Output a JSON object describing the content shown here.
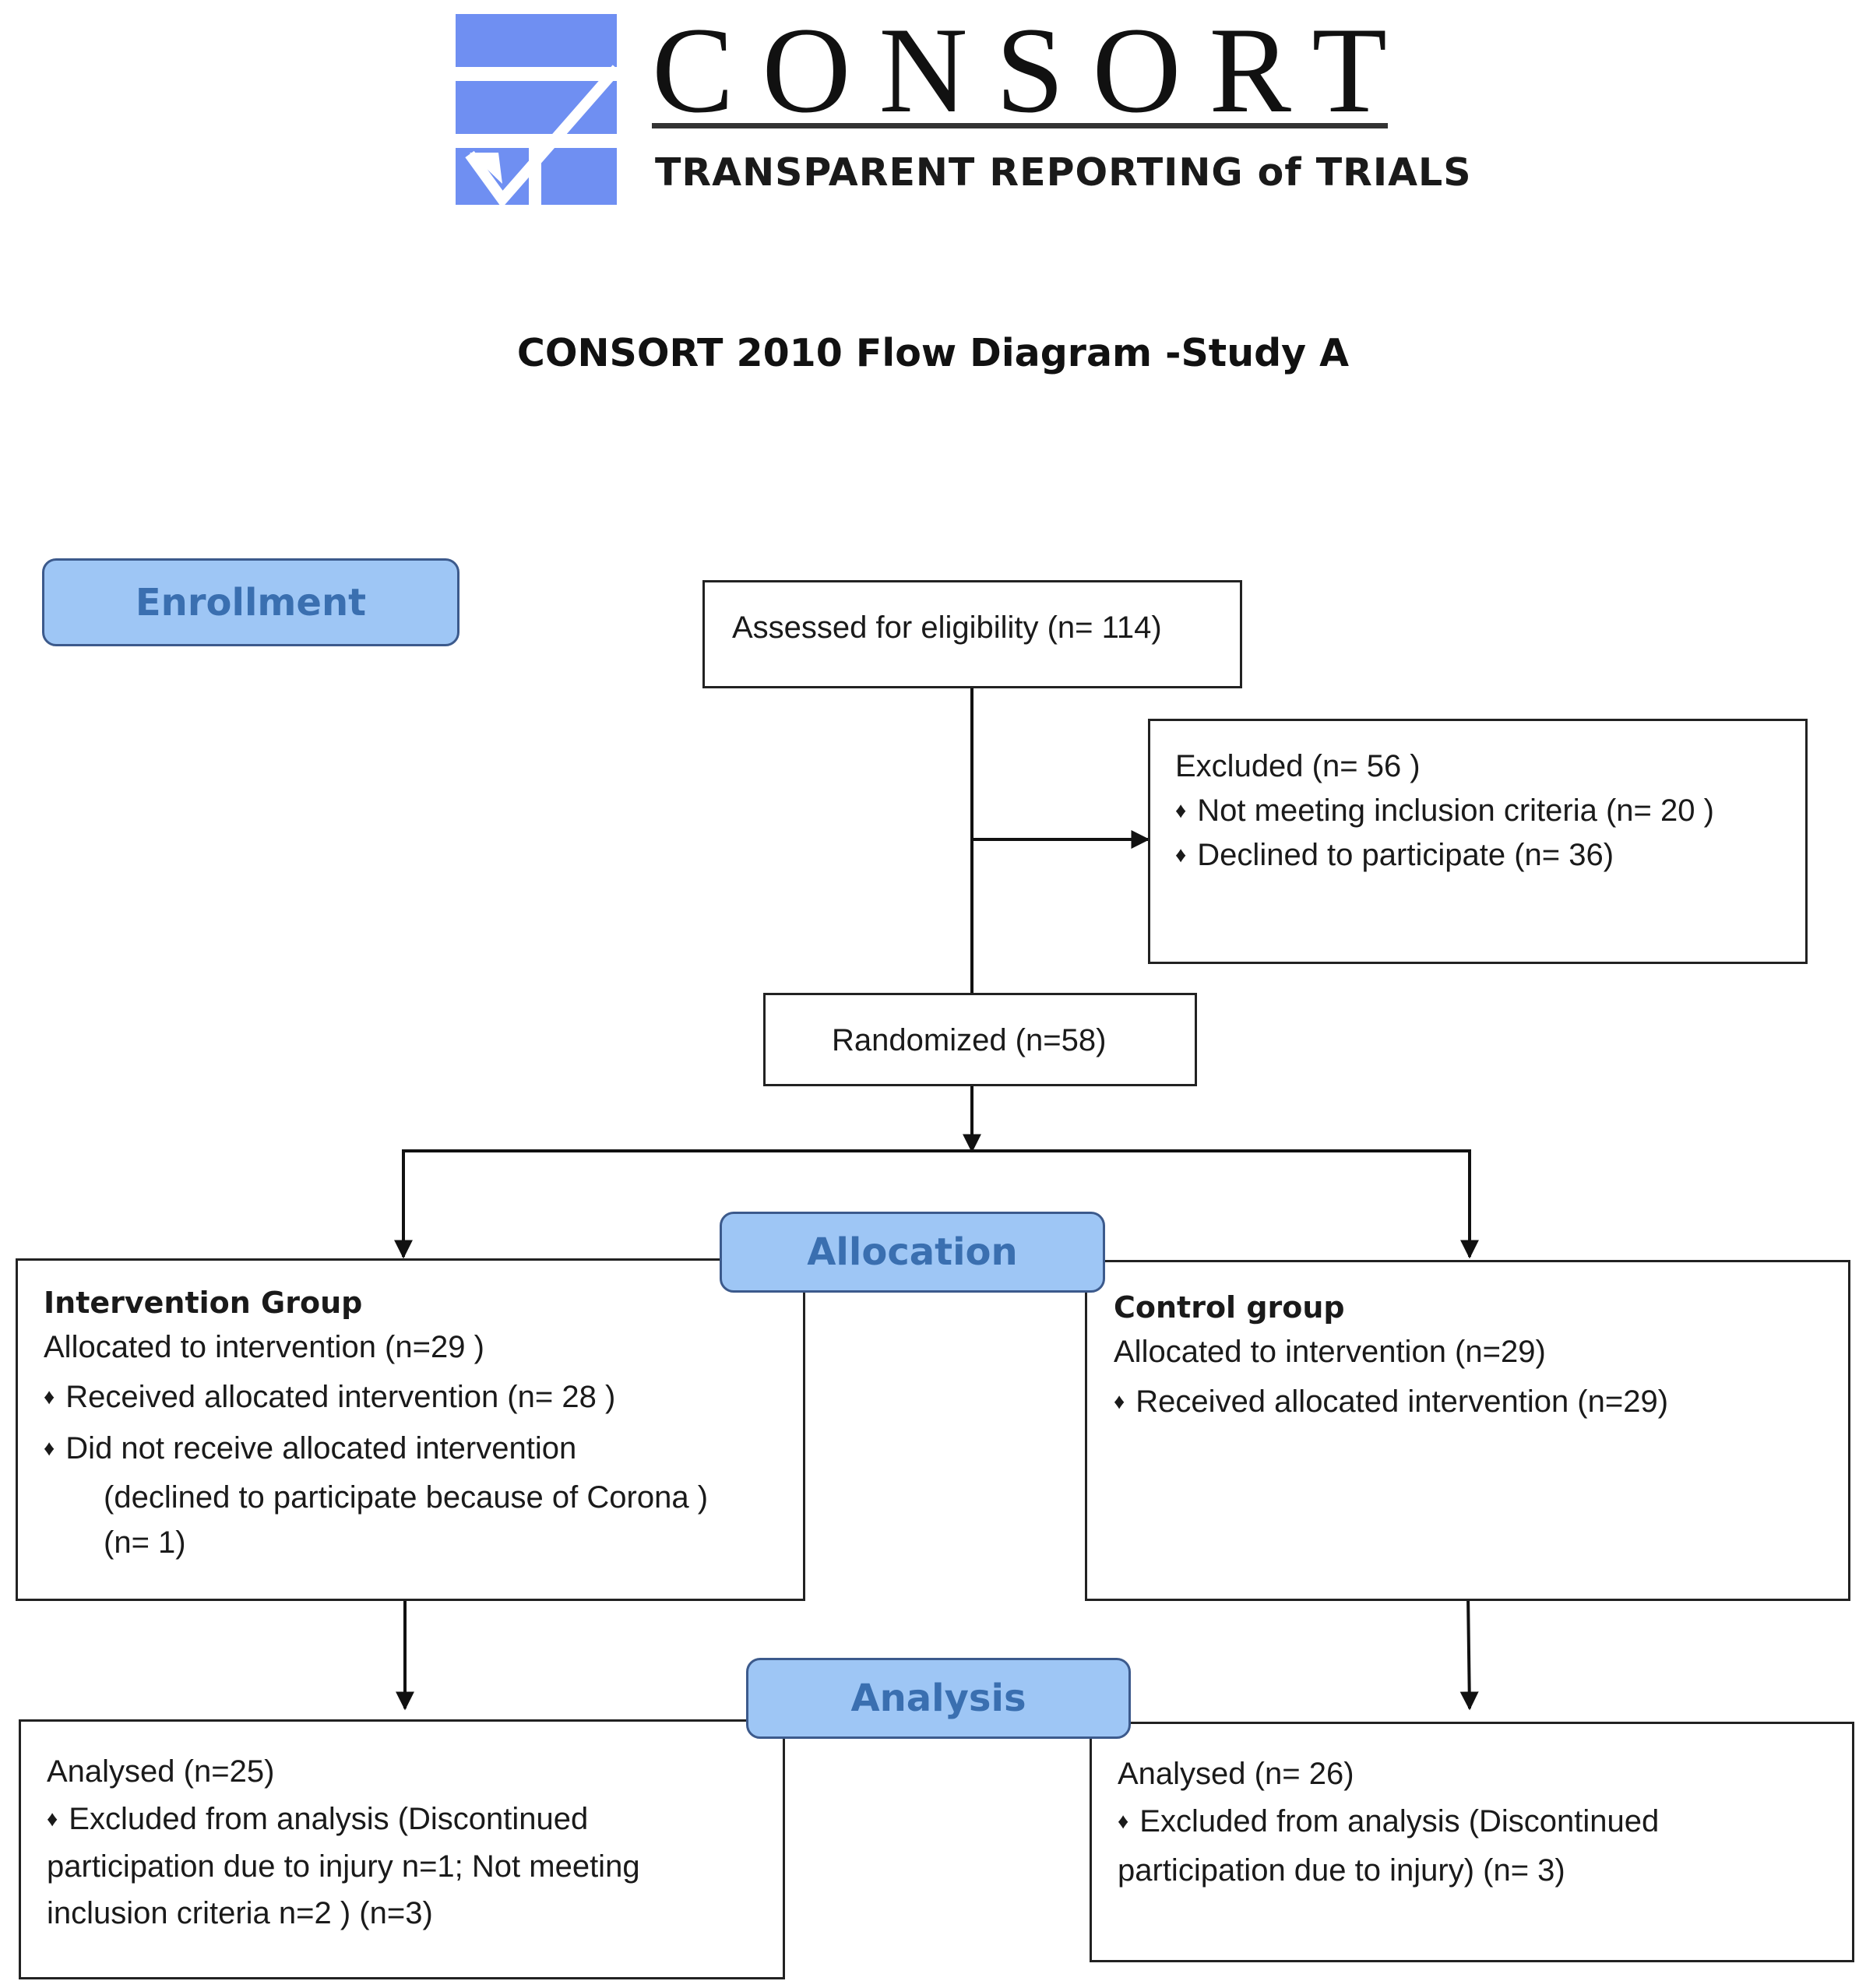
{
  "logo": {
    "wordmark": "CONSORT",
    "tagline": "TRANSPARENT REPORTING of TRIALS",
    "color": "#6f8ff2"
  },
  "diagram_title": "CONSORT 2010 Flow Diagram -Study A",
  "stages": {
    "enrollment": "Enrollment",
    "allocation": "Allocation",
    "analysis": "Analysis"
  },
  "assessed": "Assessed for eligibility (n=  114)",
  "excluded": {
    "title": "Excluded  (n= 56 )",
    "items": [
      "Not meeting inclusion criteria (n= 20 )",
      "Declined to participate (n= 36)"
    ]
  },
  "randomized": "Randomized (n=58)",
  "intervention": {
    "heading": "Intervention Group",
    "allocated": "Allocated to intervention (n=29  )",
    "received": "Received allocated intervention (n= 28 )",
    "not_received": "Did not receive allocated intervention",
    "reason": "(declined to participate because of Corona )",
    "reason_n": "(n= 1)"
  },
  "control": {
    "heading": "Control group",
    "allocated": "Allocated to intervention (n=29)",
    "received": "Received allocated intervention (n=29)"
  },
  "analysis_intervention": {
    "analysed": "Analysed  (n=25)",
    "excluded_lines": [
      "Excluded from analysis (Discontinued",
      "participation due to injury n=1; Not meeting",
      "inclusion criteria n=2 ) (n=3)"
    ]
  },
  "analysis_control": {
    "analysed": "Analysed  (n= 26)",
    "excluded_lines": [
      "Excluded from analysis (Discontinued",
      "participation due to injury) (n= 3)"
    ]
  },
  "bullet_glyph": "♦"
}
